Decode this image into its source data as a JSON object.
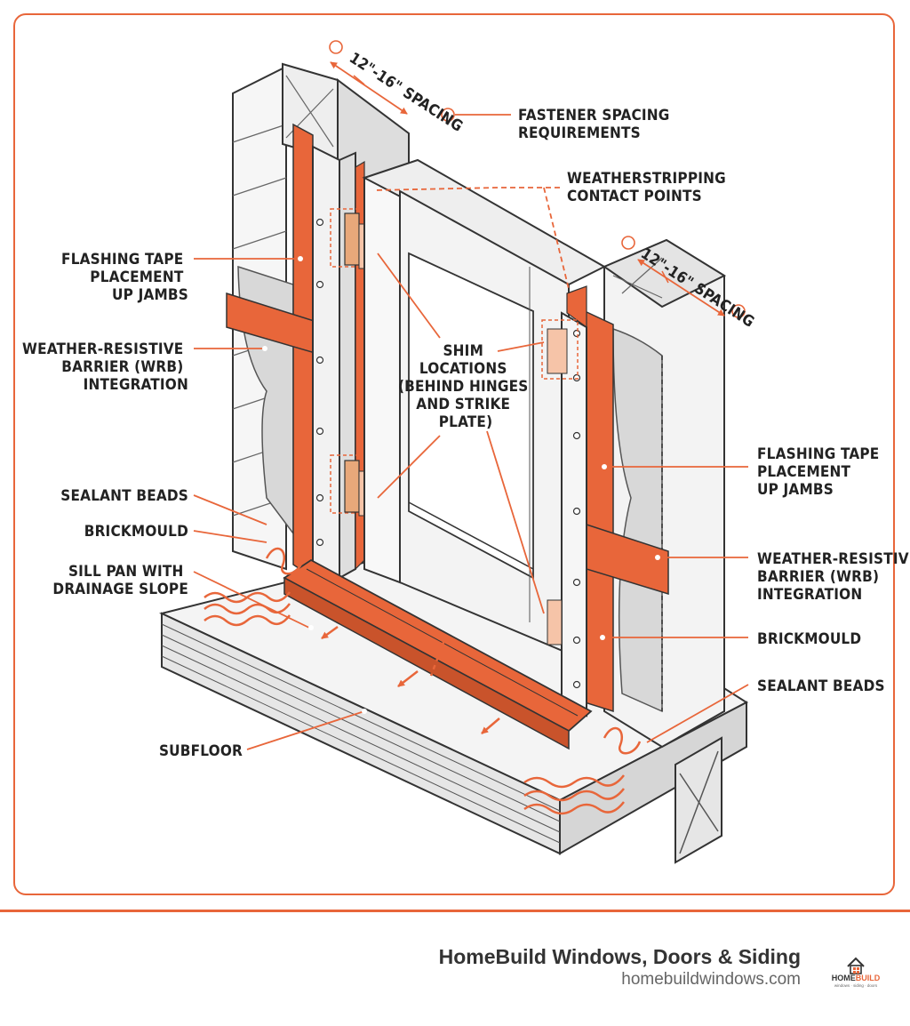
{
  "diagram": {
    "labels": {
      "spacing_top": "12\"-16\" SPACING",
      "spacing_right": "12\"-16\" SPACING",
      "fastener_spacing": [
        "FASTENER SPACING",
        "REQUIREMENTS"
      ],
      "weatherstripping": [
        "WEATHERSTRIPPING",
        "CONTACT POINTS"
      ],
      "flashing_left": [
        "FLASHING TAPE",
        "PLACEMENT",
        "UP JAMBS"
      ],
      "wrb_left": [
        "WEATHER-RESISTIVE",
        "BARRIER (WRB)",
        "INTEGRATION"
      ],
      "shim": [
        "SHIM",
        "LOCATIONS",
        "(BEHIND HINGES",
        "AND STRIKE",
        "PLATE)"
      ],
      "sealant_left": "SEALANT BEADS",
      "brickmould_left": "BRICKMOULD",
      "sill_pan": [
        "SILL PAN WITH",
        "DRAINAGE SLOPE"
      ],
      "subfloor": "SUBFLOOR",
      "flashing_right": [
        "FLASHING TAPE",
        "PLACEMENT",
        "UP JAMBS"
      ],
      "wrb_right": [
        "WEATHER-RESISTIVE",
        "BARRIER (WRB)",
        "INTEGRATION"
      ],
      "brickmould_right": "BRICKMOULD",
      "sealant_right": "SEALANT BEADS"
    },
    "colors": {
      "accent": "#e8663a",
      "line": "#333333",
      "membrane": "#d8d8d8",
      "shim": "#f6c4a8"
    }
  },
  "footer": {
    "company": "HomeBuild Windows, Doors & Siding",
    "website": "homebuildwindows.com",
    "logo": {
      "word_a": "HOME",
      "word_b": "BUILD",
      "tagline": "windows · siding · doors",
      "icon": "house-icon"
    }
  }
}
